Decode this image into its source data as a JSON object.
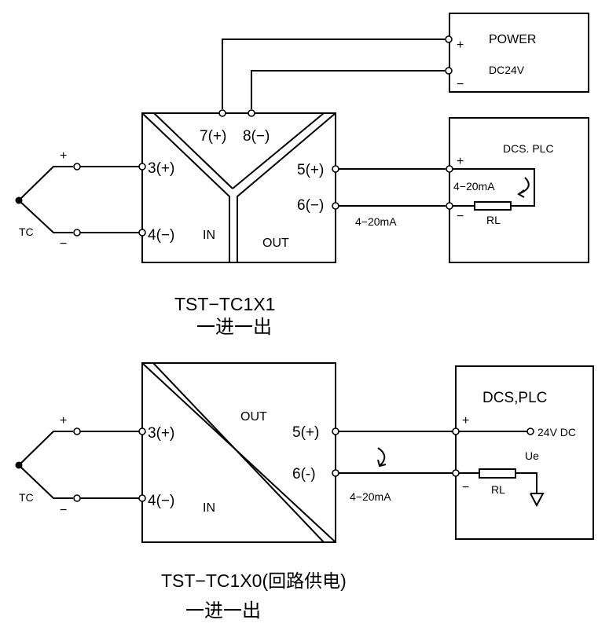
{
  "diagram1": {
    "power_title": "POWER",
    "power_voltage": "DC24V",
    "power_plus": "+",
    "power_minus": "−",
    "t7": "7(+)",
    "t8": "8(−)",
    "t3": "3(+)",
    "t4": "4(−)",
    "t5": "5(+)",
    "t6": "6(−)",
    "in": "IN",
    "out": "OUT",
    "tc": "TC",
    "tc_plus": "+",
    "tc_minus": "−",
    "dcs_title": "DCS. PLC",
    "dcs_plus": "+",
    "dcs_minus": "−",
    "inner_current": "4−20mA",
    "rl": "RL",
    "line_current": "4−20mA",
    "model": "TST−TC1X1",
    "subtitle": "一进一出"
  },
  "diagram2": {
    "t3": "3(+)",
    "t4": "4(−)",
    "t5": "5(+)",
    "t6": "6(-)",
    "in": "IN",
    "out": "OUT",
    "tc": "TC",
    "tc_plus": "+",
    "tc_minus": "−",
    "dcs_title": "DCS,PLC",
    "dcs_plus": "+",
    "dcs_minus": "−",
    "supply": "24V DC",
    "ue": "Ue",
    "rl": "RL",
    "line_current": "4−20mA",
    "model": "TST−TC1X0(回路供电)",
    "subtitle": "一进一出"
  }
}
